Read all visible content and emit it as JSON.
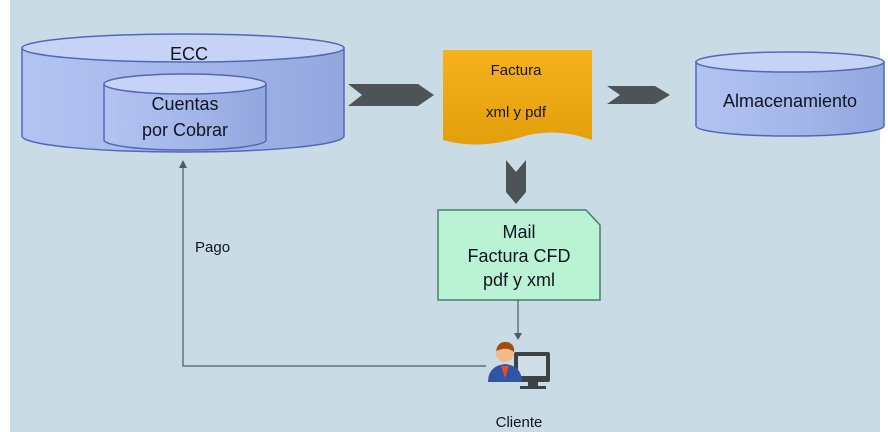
{
  "diagram": {
    "ecc_label": "ECC",
    "cuentas_line1": "Cuentas",
    "cuentas_line2": "por Cobrar",
    "factura_line1": "Factura",
    "factura_line2": "xml y pdf",
    "almacenamiento_label": "Almacenamiento",
    "mail_line1": "Mail",
    "mail_line2": "Factura CFD",
    "mail_line3": "pdf y xml",
    "pago_label": "Pago",
    "cliente_label": "Cliente"
  },
  "colors": {
    "background_panel": "#c9dbe4",
    "database_fill": "#a7b9ec",
    "database_top": "#c6d2f6",
    "database_stroke": "#5467b7",
    "factura_fill": "#e9a60f",
    "mail_fill": "#b9f3d4",
    "mail_stroke": "#45806a",
    "chevron_arrow": "#4d5458",
    "connector_line": "#4f5b60"
  },
  "icons": {
    "cliente": "user-at-computer-icon"
  }
}
